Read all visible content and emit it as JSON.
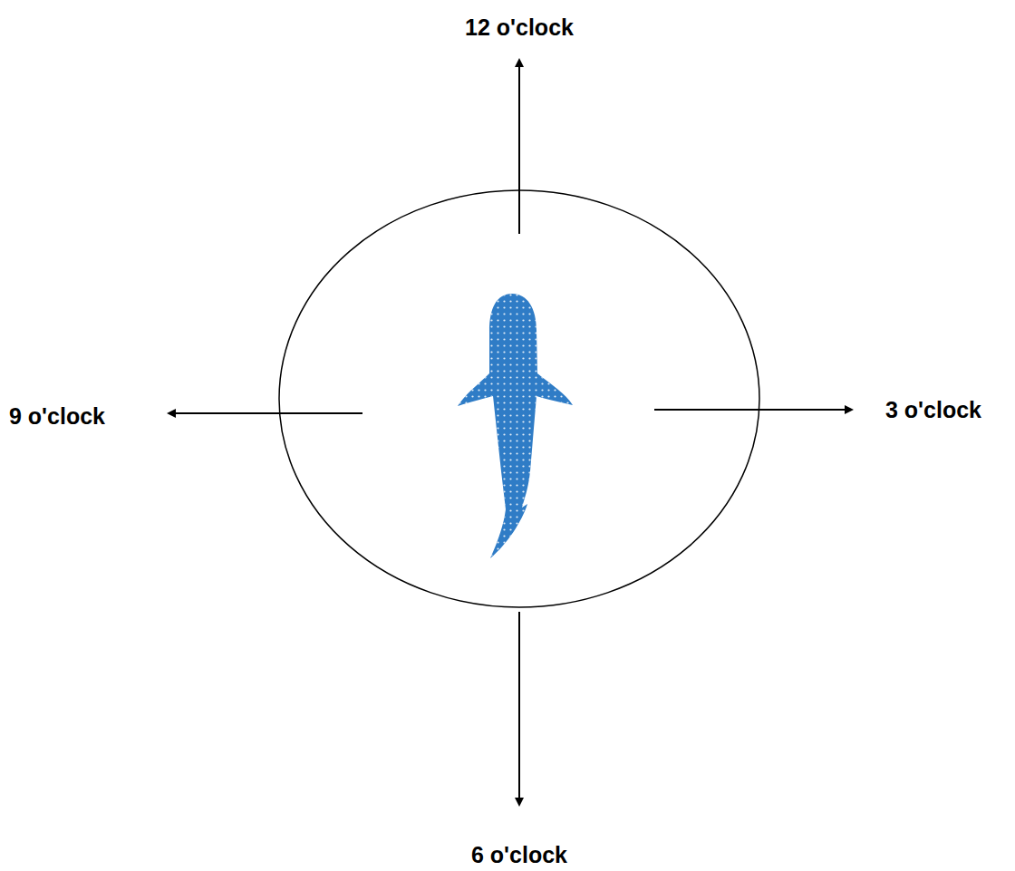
{
  "diagram": {
    "labels": [
      "12 o'clock",
      "9 o'clock",
      "3 o'clock",
      "6 o'clock"
    ]
  }
}
